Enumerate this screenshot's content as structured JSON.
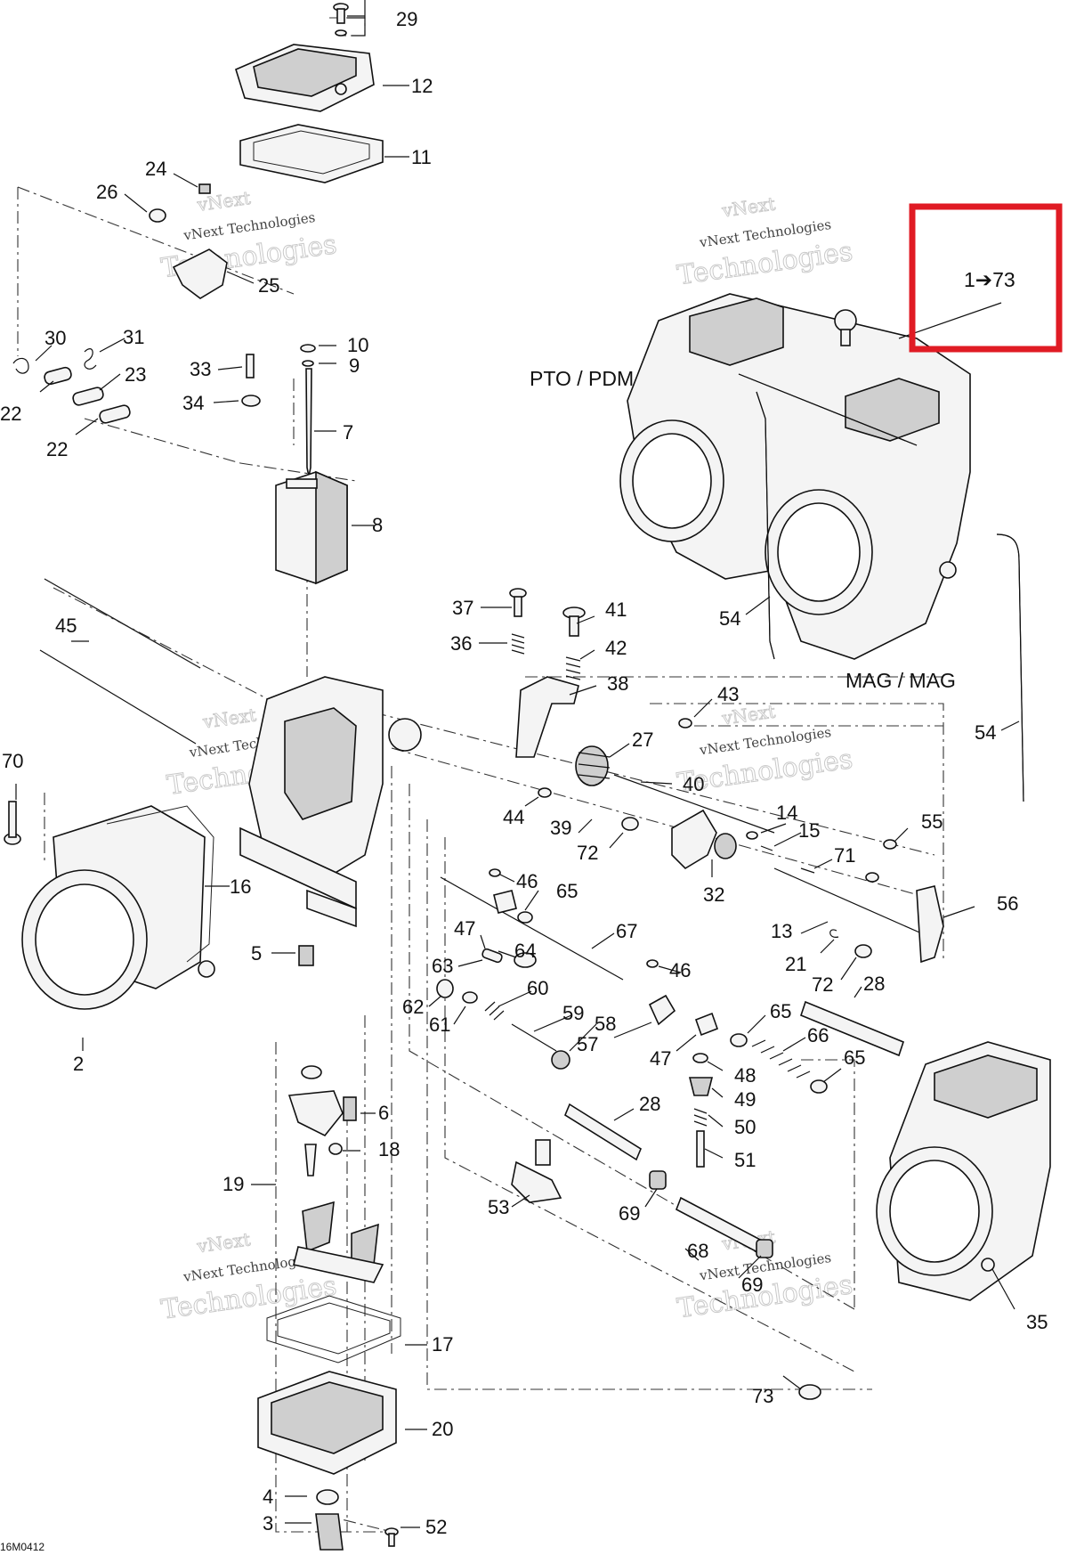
{
  "callouts": [
    {
      "text": "29"
    },
    {
      "text": "12"
    },
    {
      "text": "11"
    },
    {
      "text": "24"
    },
    {
      "text": "26"
    },
    {
      "text": "25"
    },
    {
      "text": "30"
    },
    {
      "text": "31"
    },
    {
      "text": "23"
    },
    {
      "text": "22"
    },
    {
      "text": "22"
    },
    {
      "text": "33"
    },
    {
      "text": "34"
    },
    {
      "text": "10"
    },
    {
      "text": "9"
    },
    {
      "text": "7"
    },
    {
      "text": "8"
    },
    {
      "text": "45"
    },
    {
      "text": "70"
    },
    {
      "text": "16"
    },
    {
      "text": "5"
    },
    {
      "text": "2"
    },
    {
      "text": "37"
    },
    {
      "text": "36"
    },
    {
      "text": "41"
    },
    {
      "text": "42"
    },
    {
      "text": "38"
    },
    {
      "text": "27"
    },
    {
      "text": "43"
    },
    {
      "text": "40"
    },
    {
      "text": "44"
    },
    {
      "text": "39"
    },
    {
      "text": "72"
    },
    {
      "text": "14"
    },
    {
      "text": "15"
    },
    {
      "text": "32"
    },
    {
      "text": "71"
    },
    {
      "text": "55"
    },
    {
      "text": "56"
    },
    {
      "text": "13"
    },
    {
      "text": "21"
    },
    {
      "text": "72"
    },
    {
      "text": "28"
    },
    {
      "text": "46"
    },
    {
      "text": "65"
    },
    {
      "text": "47"
    },
    {
      "text": "67"
    },
    {
      "text": "63"
    },
    {
      "text": "64"
    },
    {
      "text": "62"
    },
    {
      "text": "61"
    },
    {
      "text": "60"
    },
    {
      "text": "59"
    },
    {
      "text": "58"
    },
    {
      "text": "57"
    },
    {
      "text": "46"
    },
    {
      "text": "47"
    },
    {
      "text": "65"
    },
    {
      "text": "66"
    },
    {
      "text": "48"
    },
    {
      "text": "65"
    },
    {
      "text": "49"
    },
    {
      "text": "28"
    },
    {
      "text": "50"
    },
    {
      "text": "51"
    },
    {
      "text": "6"
    },
    {
      "text": "18"
    },
    {
      "text": "19"
    },
    {
      "text": "53"
    },
    {
      "text": "69"
    },
    {
      "text": "68"
    },
    {
      "text": "69"
    },
    {
      "text": "35"
    },
    {
      "text": "17"
    },
    {
      "text": "20"
    },
    {
      "text": "73"
    },
    {
      "text": "4"
    },
    {
      "text": "3"
    },
    {
      "text": "52"
    },
    {
      "text": "54"
    },
    {
      "text": "54"
    }
  ],
  "labels": {
    "pto": "PTO / PDM",
    "mag": "MAG / MAG",
    "range": "1➔73",
    "figure_id": "16M0412"
  },
  "watermark": {
    "line1": "vNext",
    "line2": "vNext Technologies",
    "line3": "Technologies"
  },
  "colors": {
    "highlight": "#e01b24",
    "ink": "#111111",
    "watermark": "#c9c9c9"
  }
}
